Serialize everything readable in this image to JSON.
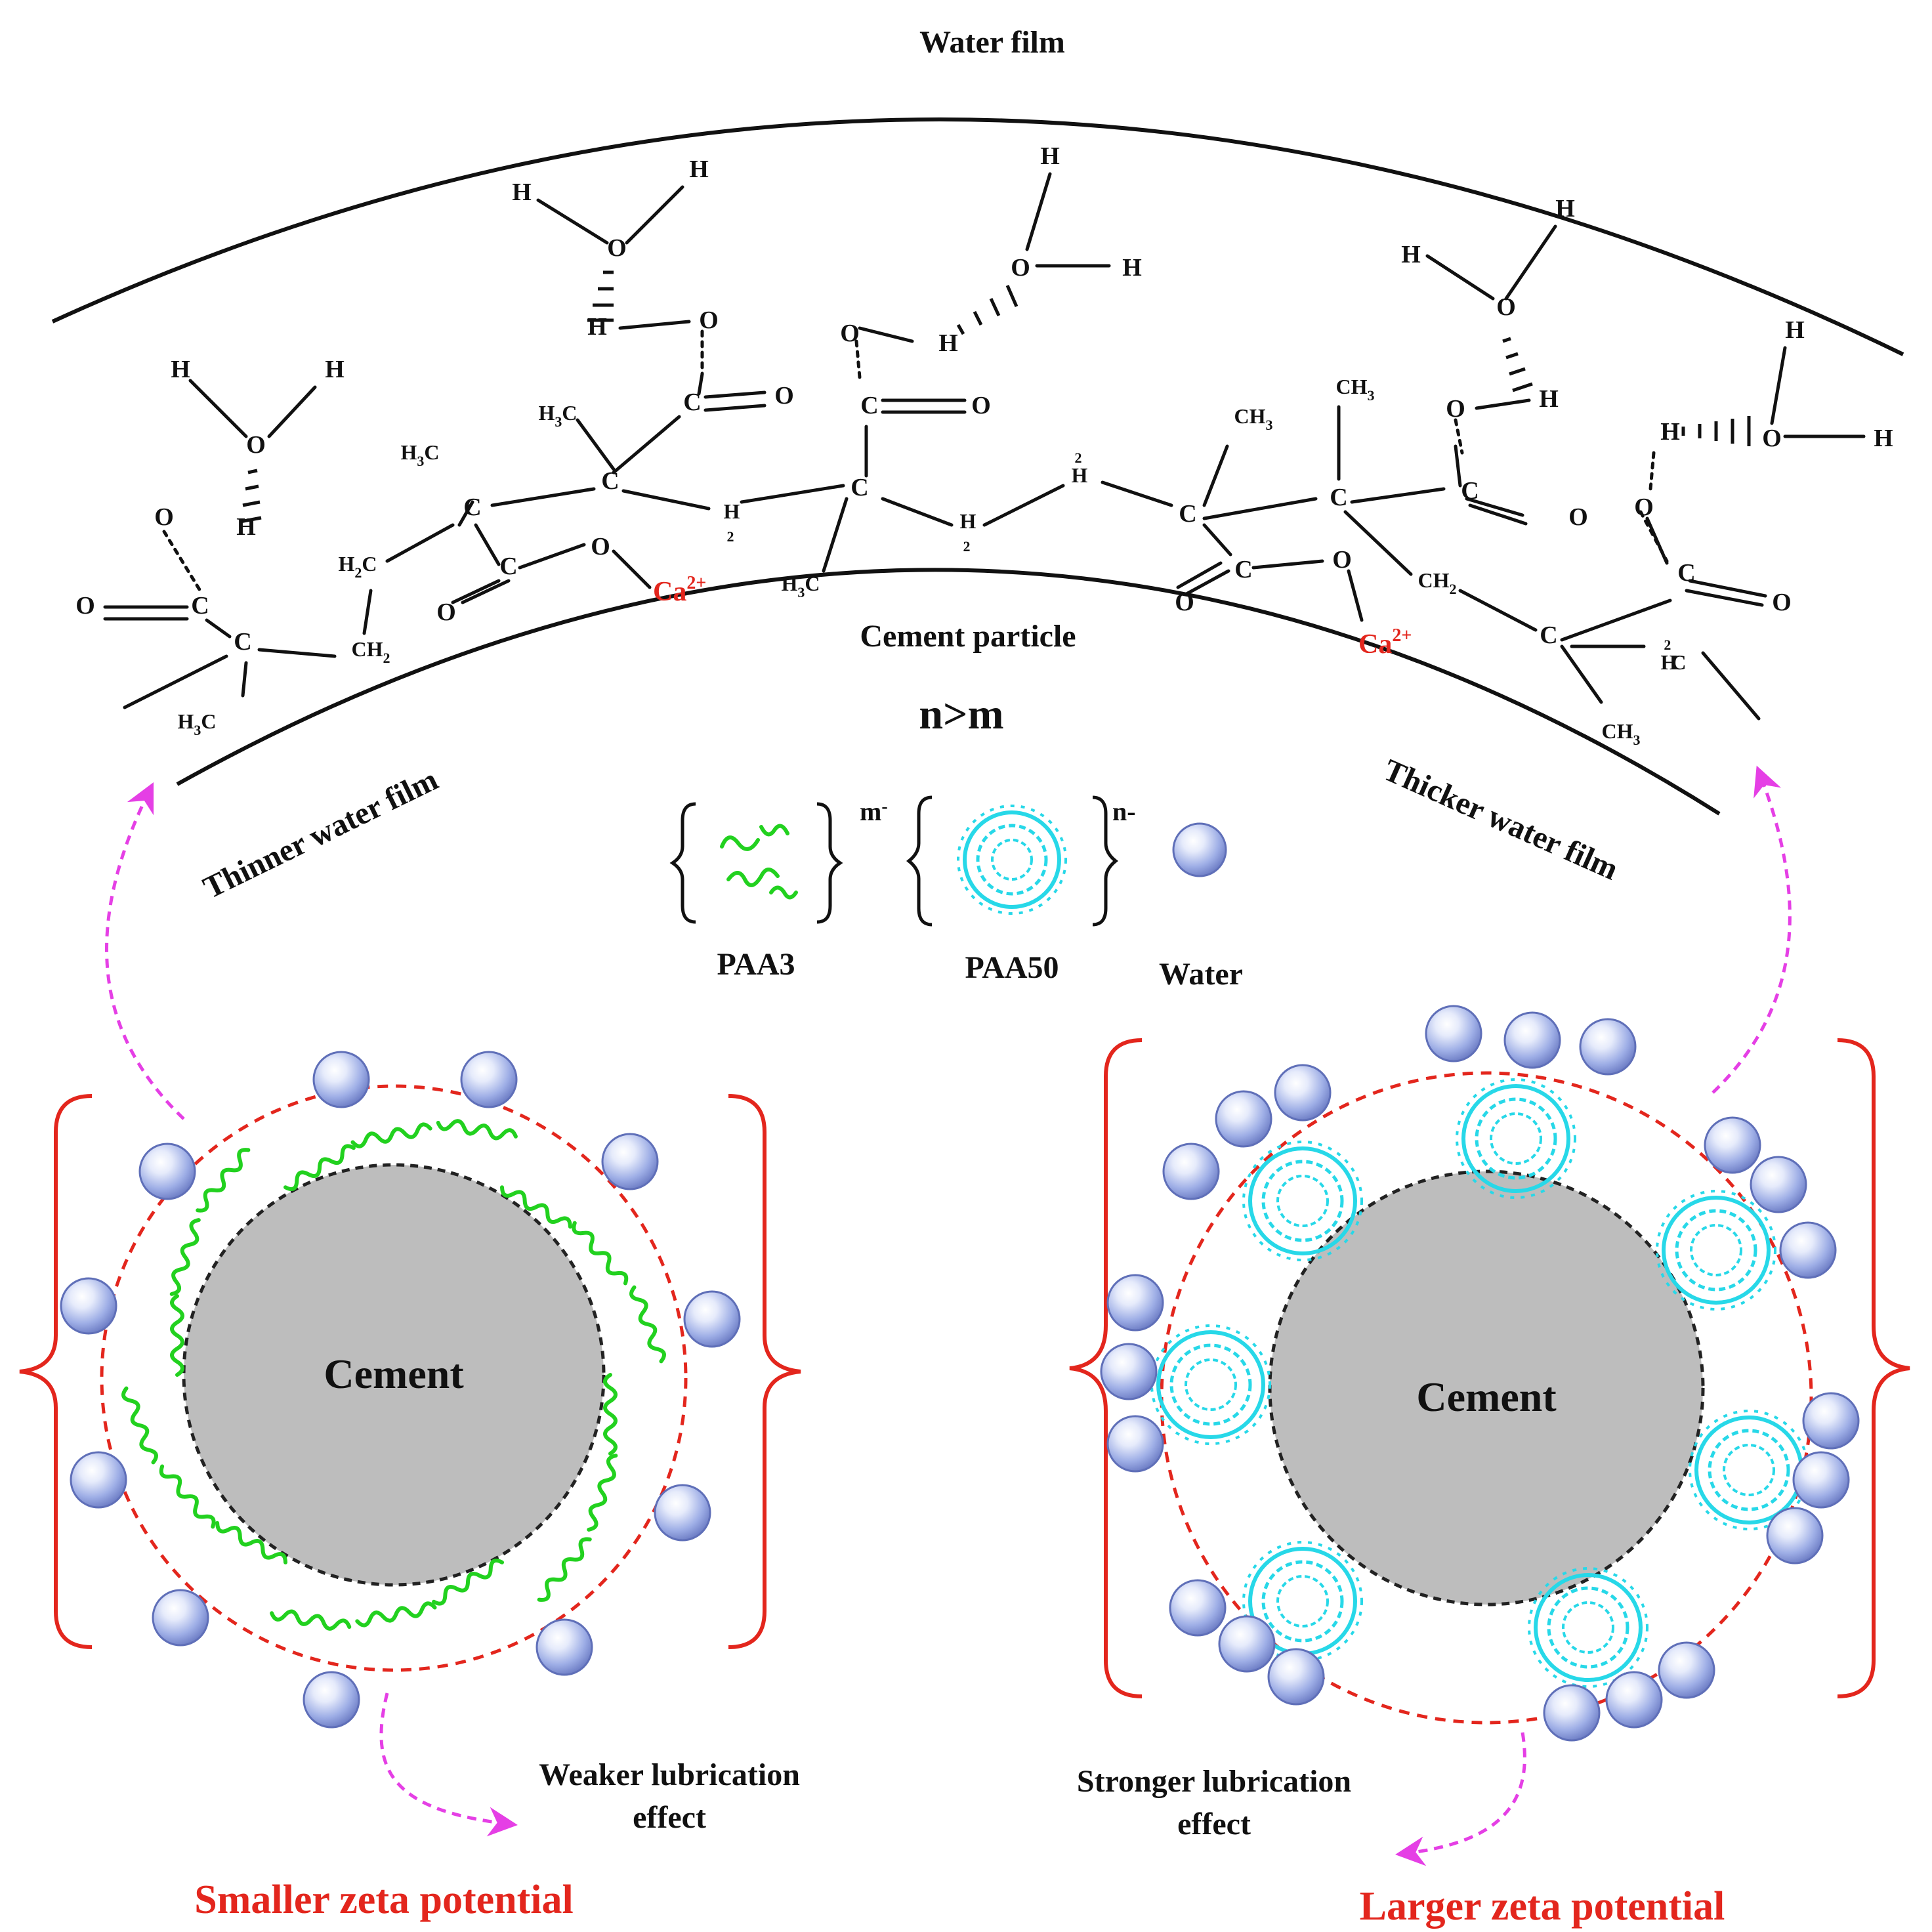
{
  "labels": {
    "water_film": "Water film",
    "cement_particle": "Cement particle",
    "n_gt_m": "n>m",
    "thinner_water_film": "Thinner water film",
    "thicker_water_film": "Thicker water film",
    "paa3": "PAA3",
    "paa50": "PAA50",
    "water": "Water",
    "m_charge": "m",
    "m_charge_sign": "-",
    "n_charge": "n-",
    "cement_left": "Cement",
    "cement_right": "Cement",
    "weaker_lubrication_1": "Weaker lubrication",
    "weaker_lubrication_2": "effect",
    "stronger_lubrication_1": "Stronger lubrication",
    "stronger_lubrication_2": "effect",
    "smaller_zeta": "Smaller zeta potential",
    "larger_zeta": "Larger zeta potential"
  },
  "atoms": {
    "H": "H",
    "O": "O",
    "C": "C",
    "Ca": "Ca",
    "Ca_charge": "2+",
    "CH": "CH",
    "H3": "H",
    "CH2": "CH",
    "sub2": "2",
    "sub3": "3"
  },
  "colors": {
    "accent_red": "#e3261d",
    "arrow_magenta": "#e53fe5",
    "paa3_green": "#22d11f",
    "paa50_cyan": "#27d8e8",
    "cement_gray": "#bdbdbd",
    "water_bead": "#8b9bd8"
  },
  "icons": {
    "water_molecule": "water-bead-icon",
    "paa3_chain": "paa3-chain-icon",
    "paa50_coil": "paa50-coil-icon"
  }
}
